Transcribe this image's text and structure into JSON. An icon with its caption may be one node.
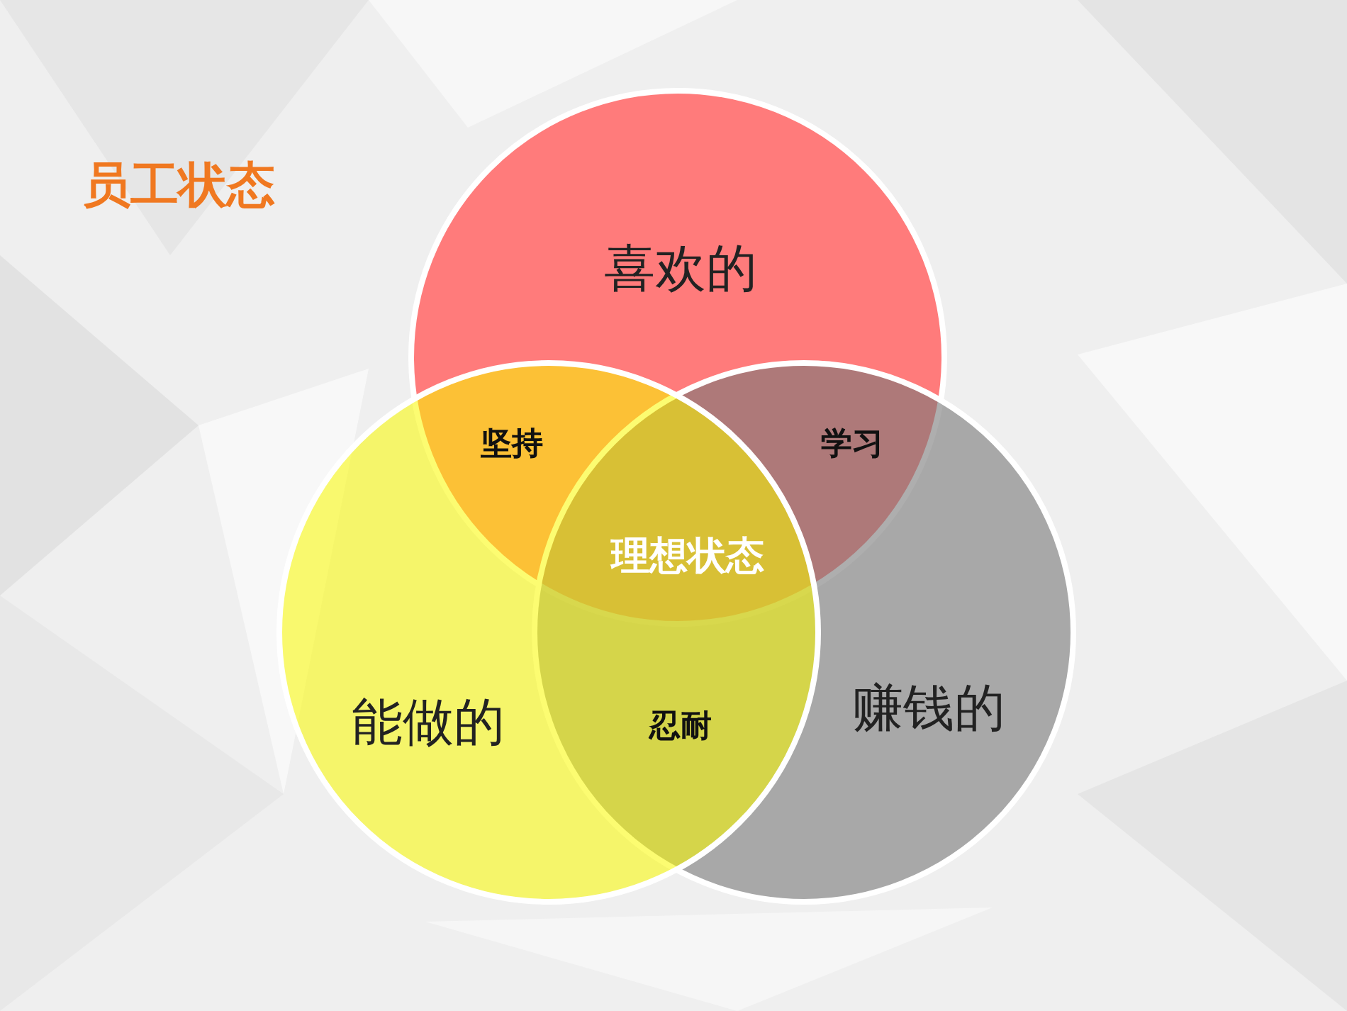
{
  "diagram": {
    "title": "员工状态",
    "nodes": [
      {
        "text": [
          "喜欢的"
        ]
      },
      {
        "text": [
          "赚钱的"
        ]
      },
      {
        "text": [
          "能做的"
        ]
      }
    ],
    "edges": [],
    "labels": [
      "坚持",
      "学习",
      "理想状态",
      "忍耐"
    ]
  }
}
